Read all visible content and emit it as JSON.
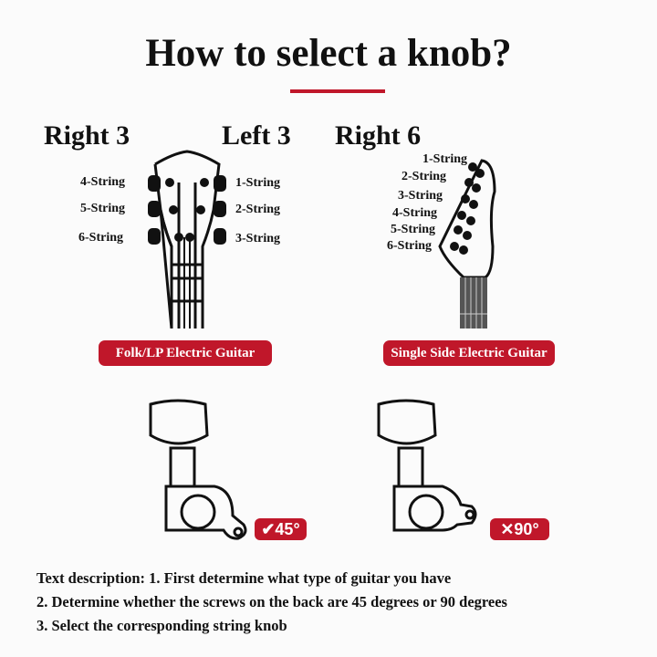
{
  "title": "How to select a knob?",
  "sections": {
    "right3": "Right 3",
    "left3": "Left 3",
    "right6": "Right 6"
  },
  "folk_guitar": {
    "left_labels": [
      "4-String",
      "5-String",
      "6-String"
    ],
    "right_labels": [
      "1-String",
      "2-String",
      "3-String"
    ],
    "badge": "Folk/LP Electric Guitar"
  },
  "single_side_guitar": {
    "labels": [
      "1-String",
      "2-String",
      "3-String",
      "4-String",
      "5-String",
      "6-String"
    ],
    "badge": "Single Side Electric Guitar"
  },
  "tuners": {
    "angle_45": {
      "mark": "✔",
      "label": "45°"
    },
    "angle_90": {
      "mark": "✕",
      "label": "90°"
    }
  },
  "description": [
    "Text description: 1. First determine what type of guitar you have",
    "2. Determine whether the screws on the back are 45 degrees or 90 degrees",
    "3. Select the corresponding string knob"
  ],
  "colors": {
    "accent": "#c0172a",
    "text": "#111111"
  }
}
